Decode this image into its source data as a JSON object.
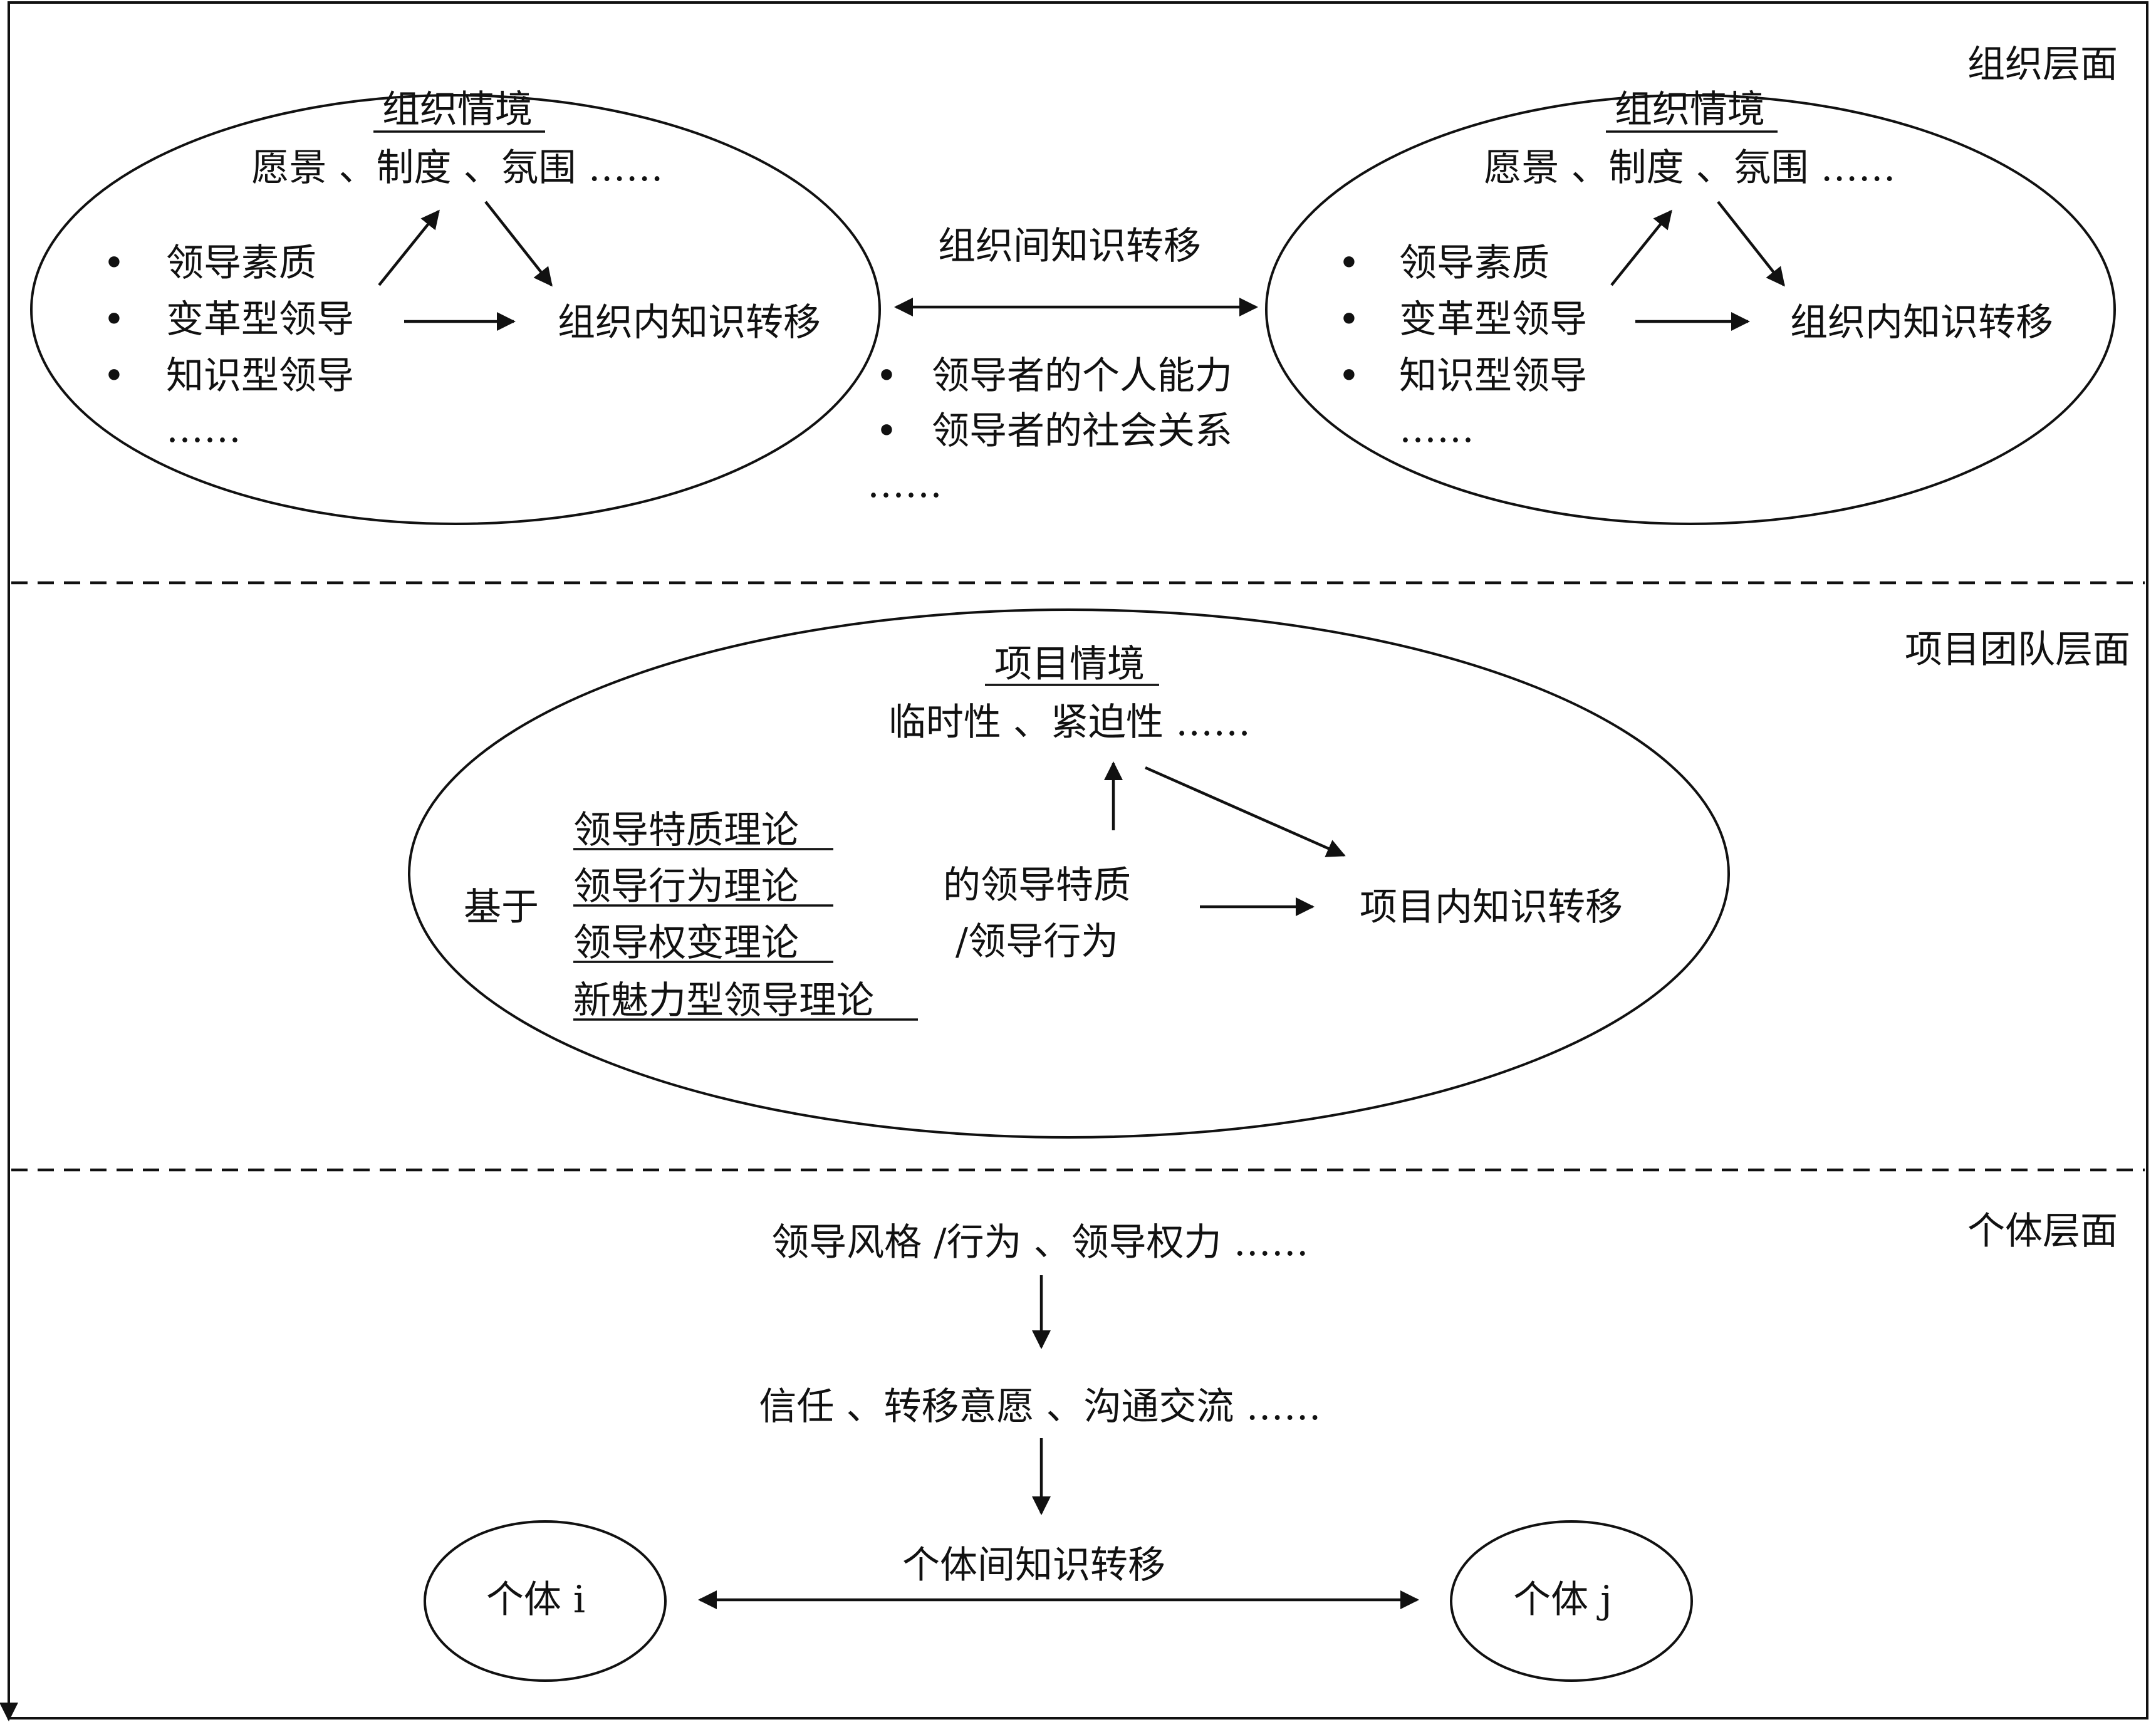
{
  "levels": {
    "org": "组织层面",
    "project": "项目团队层面",
    "individual": "个体层面"
  },
  "org_left": {
    "context_title": "组织情境",
    "context_items": "愿景 、制度 、氛围 ……",
    "bullets": [
      "领导素质",
      "变革型领导",
      "知识型领导"
    ],
    "more": "……",
    "outcome": "组织内知识转移"
  },
  "org_right": {
    "context_title": "组织情境",
    "context_items": "愿景 、制度 、氛围 ……",
    "bullets": [
      "领导素质",
      "变革型领导",
      "知识型领导"
    ],
    "more": "……",
    "outcome": "组织内知识转移"
  },
  "inter_org": {
    "label": "组织间知识转移",
    "bullets": [
      "领导者的个人能力",
      "领导者的社会关系"
    ],
    "more": "……"
  },
  "project": {
    "context_title": "项目情境",
    "context_items": "临时性 、紧迫性 ……",
    "based_on": "基于",
    "theories": [
      "领导特质理论",
      "领导行为理论",
      "领导权变理论",
      "新魅力型领导理论"
    ],
    "traits_line1": "的领导特质",
    "traits_line2": "/领导行为",
    "outcome": "项目内知识转移"
  },
  "individual": {
    "step1": "领导风格 /行为 、领导权力 ……",
    "step2": "信任 、转移意愿 、沟通交流 ……",
    "node_i": "个体 i",
    "node_j": "个体 j",
    "transfer": "个体间知识转移"
  }
}
